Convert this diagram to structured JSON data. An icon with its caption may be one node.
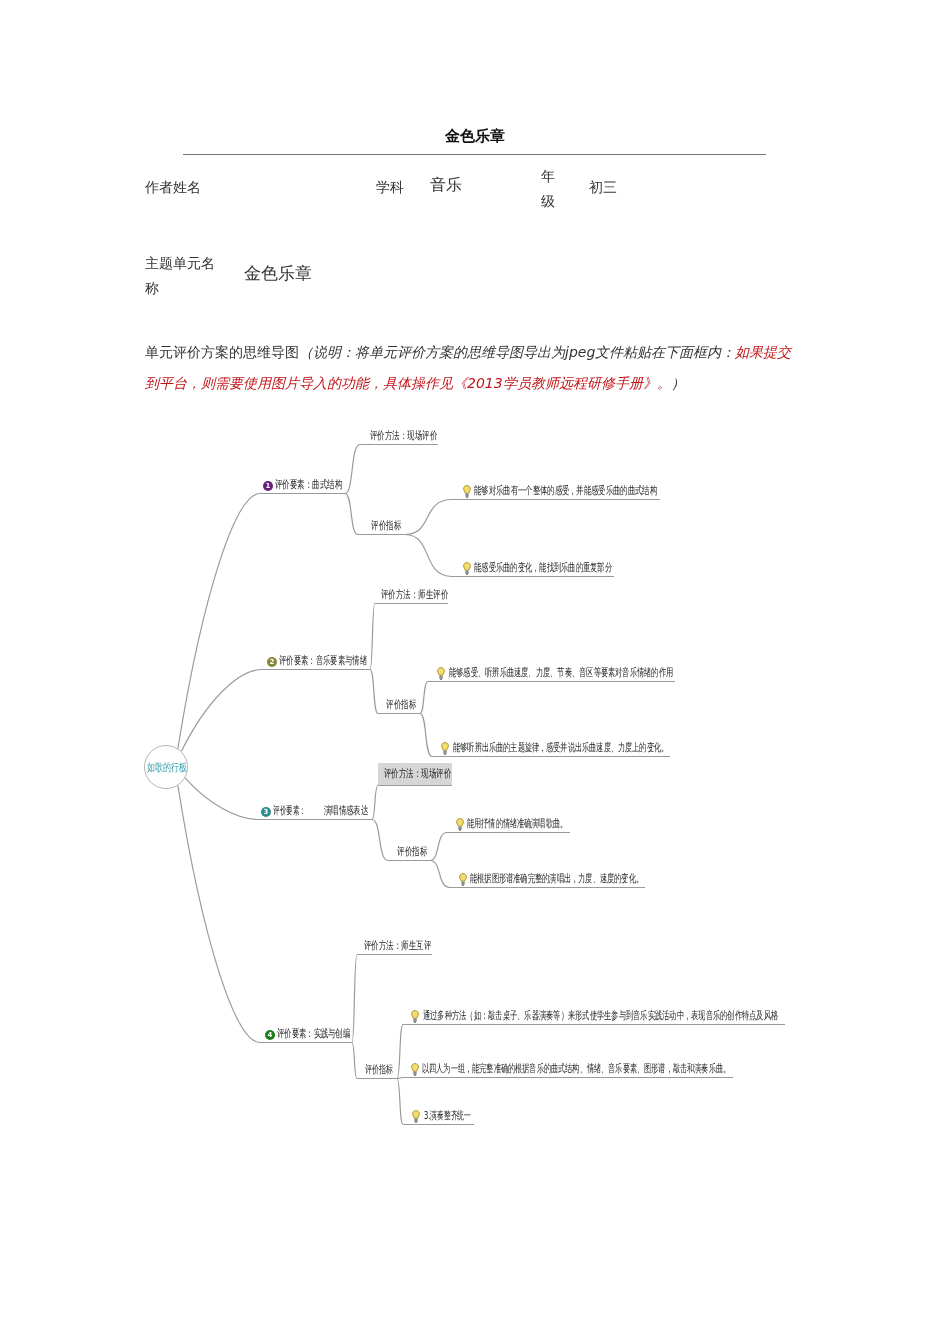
{
  "diagram": {
    "title": "金色乐章",
    "nodes": [
      {
        "text": [
          "如歌的行板"
        ]
      },
      {
        "text": [
          "1",
          "评价要素：曲式结构"
        ]
      },
      {
        "text": [
          "评价方法：现场评价"
        ]
      },
      {
        "text": [
          "评价指标"
        ]
      },
      {
        "text": [
          "能够对乐曲有一个整体的感受，并能感受乐曲的曲式结构"
        ]
      },
      {
        "text": [
          "能感受乐曲的变化，能找到乐曲的重复部分"
        ]
      },
      {
        "text": [
          "2",
          "评价要素：音乐要素与情绪"
        ]
      },
      {
        "text": [
          "评价方法：师生评价"
        ]
      },
      {
        "text": [
          "评价指标"
        ]
      },
      {
        "text": [
          "能够感受、听辨乐曲速度、力度、节奏、音区等要素对音乐情绪的作用"
        ]
      },
      {
        "text": [
          "能够听辨出乐曲的主题旋律，感受并说出乐曲速度、力度上的变化。"
        ]
      },
      {
        "text": [
          "3",
          "评价要素：",
          "演唱情感表达"
        ]
      },
      {
        "text": [
          "评价方法：现场评价"
        ]
      },
      {
        "text": [
          "评价指标"
        ]
      },
      {
        "text": [
          "能用抒情的情绪准确演唱歌曲。"
        ]
      },
      {
        "text": [
          "能根据图形谱准确完整的演唱出，力度、速度的变化。"
        ]
      },
      {
        "text": [
          "4",
          "评价要素：实践与创编"
        ]
      },
      {
        "text": [
          "评价方法：师生互评"
        ]
      },
      {
        "text": [
          "评价指标"
        ]
      },
      {
        "text": [
          "通过多种方法（如：敲击桌子、乐器演奏等）来形式使学生参与到音乐实践活动中，表现音乐的创作特点及风格"
        ]
      },
      {
        "text": [
          "以四人为一组，能完整准确的根据音乐的曲式结构、情绪、音乐要素、图形谱，敲击和演奏乐曲。"
        ]
      },
      {
        "text": [
          "3.演奏整齐统一"
        ]
      }
    ],
    "edges": [
      {
        "from": 0,
        "to": 1,
        "arrow": "none"
      },
      {
        "from": 1,
        "to": 2,
        "arrow": "none"
      },
      {
        "from": 1,
        "to": 3,
        "arrow": "none"
      },
      {
        "from": 3,
        "to": 4,
        "arrow": "none"
      },
      {
        "from": 3,
        "to": 5,
        "arrow": "none"
      },
      {
        "from": 0,
        "to": 6,
        "arrow": "none"
      },
      {
        "from": 6,
        "to": 7,
        "arrow": "none"
      },
      {
        "from": 6,
        "to": 8,
        "arrow": "none"
      },
      {
        "from": 8,
        "to": 9,
        "arrow": "none"
      },
      {
        "from": 8,
        "to": 10,
        "arrow": "none"
      },
      {
        "from": 0,
        "to": 11,
        "arrow": "none"
      },
      {
        "from": 11,
        "to": 12,
        "arrow": "none"
      },
      {
        "from": 11,
        "to": 13,
        "arrow": "none"
      },
      {
        "from": 13,
        "to": 14,
        "arrow": "none"
      },
      {
        "from": 13,
        "to": 15,
        "arrow": "none"
      },
      {
        "from": 0,
        "to": 16,
        "arrow": "none"
      },
      {
        "from": 16,
        "to": 17,
        "arrow": "none"
      },
      {
        "from": 16,
        "to": 18,
        "arrow": "none"
      },
      {
        "from": 18,
        "to": 19,
        "arrow": "none"
      },
      {
        "from": 18,
        "to": 20,
        "arrow": "none"
      },
      {
        "from": 18,
        "to": 21,
        "arrow": "none"
      }
    ],
    "labels": [
      "作者姓名",
      "学科",
      "音乐",
      "年级",
      "初三",
      "主题单元名称",
      "金色乐章",
      "单元评价方案的思维导图",
      "（说明：将单元评价方案的思维导图导出为jpeg文件粘贴在下面框内：",
      "如果提交到平台，则需要使用图片导入的功能，具体操作见《2013学员教师远程研修手册》。",
      "）"
    ]
  }
}
